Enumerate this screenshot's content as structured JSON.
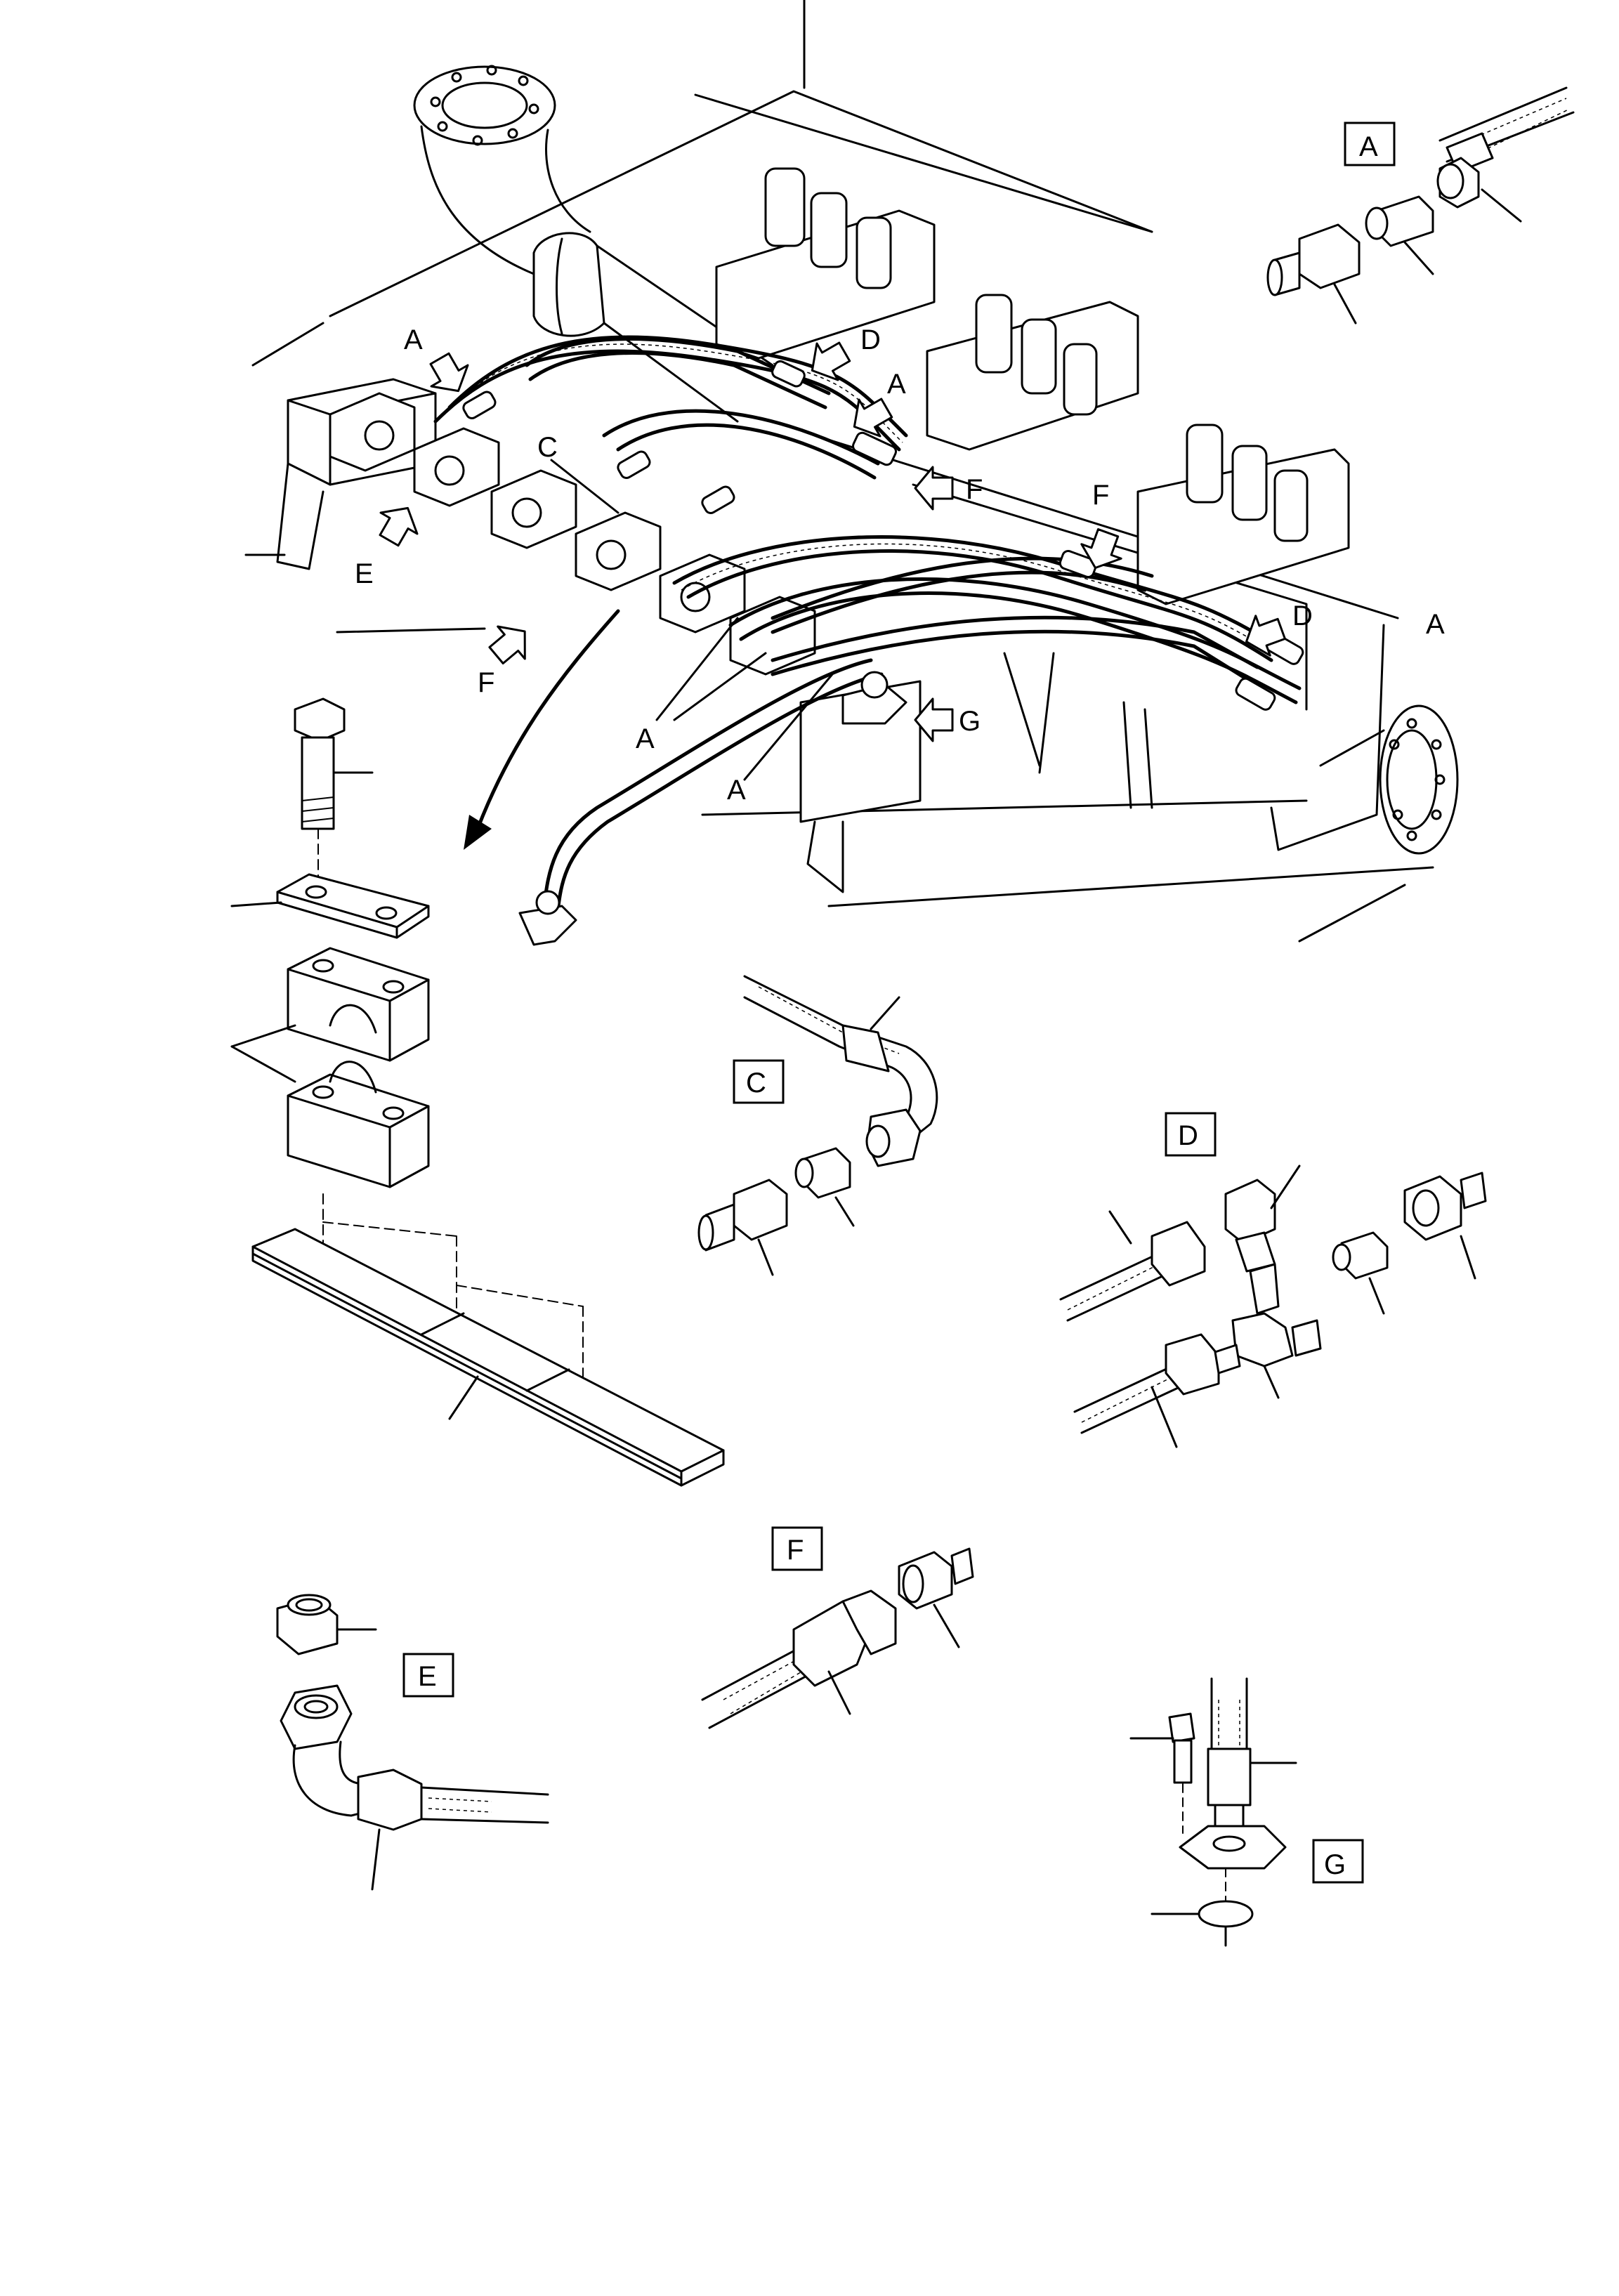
{
  "detail_boxes": {
    "A": "A",
    "C": "C",
    "D": "D",
    "E": "E",
    "F": "F",
    "G": "G"
  },
  "callouts": {
    "A1": "A",
    "A2": "A",
    "A3": "A",
    "A4": "A",
    "A5": "A",
    "C1": "C",
    "D1": "D",
    "D2": "D",
    "E1": "E",
    "F1": "F",
    "F2": "F",
    "F3": "F",
    "G1": "G"
  }
}
